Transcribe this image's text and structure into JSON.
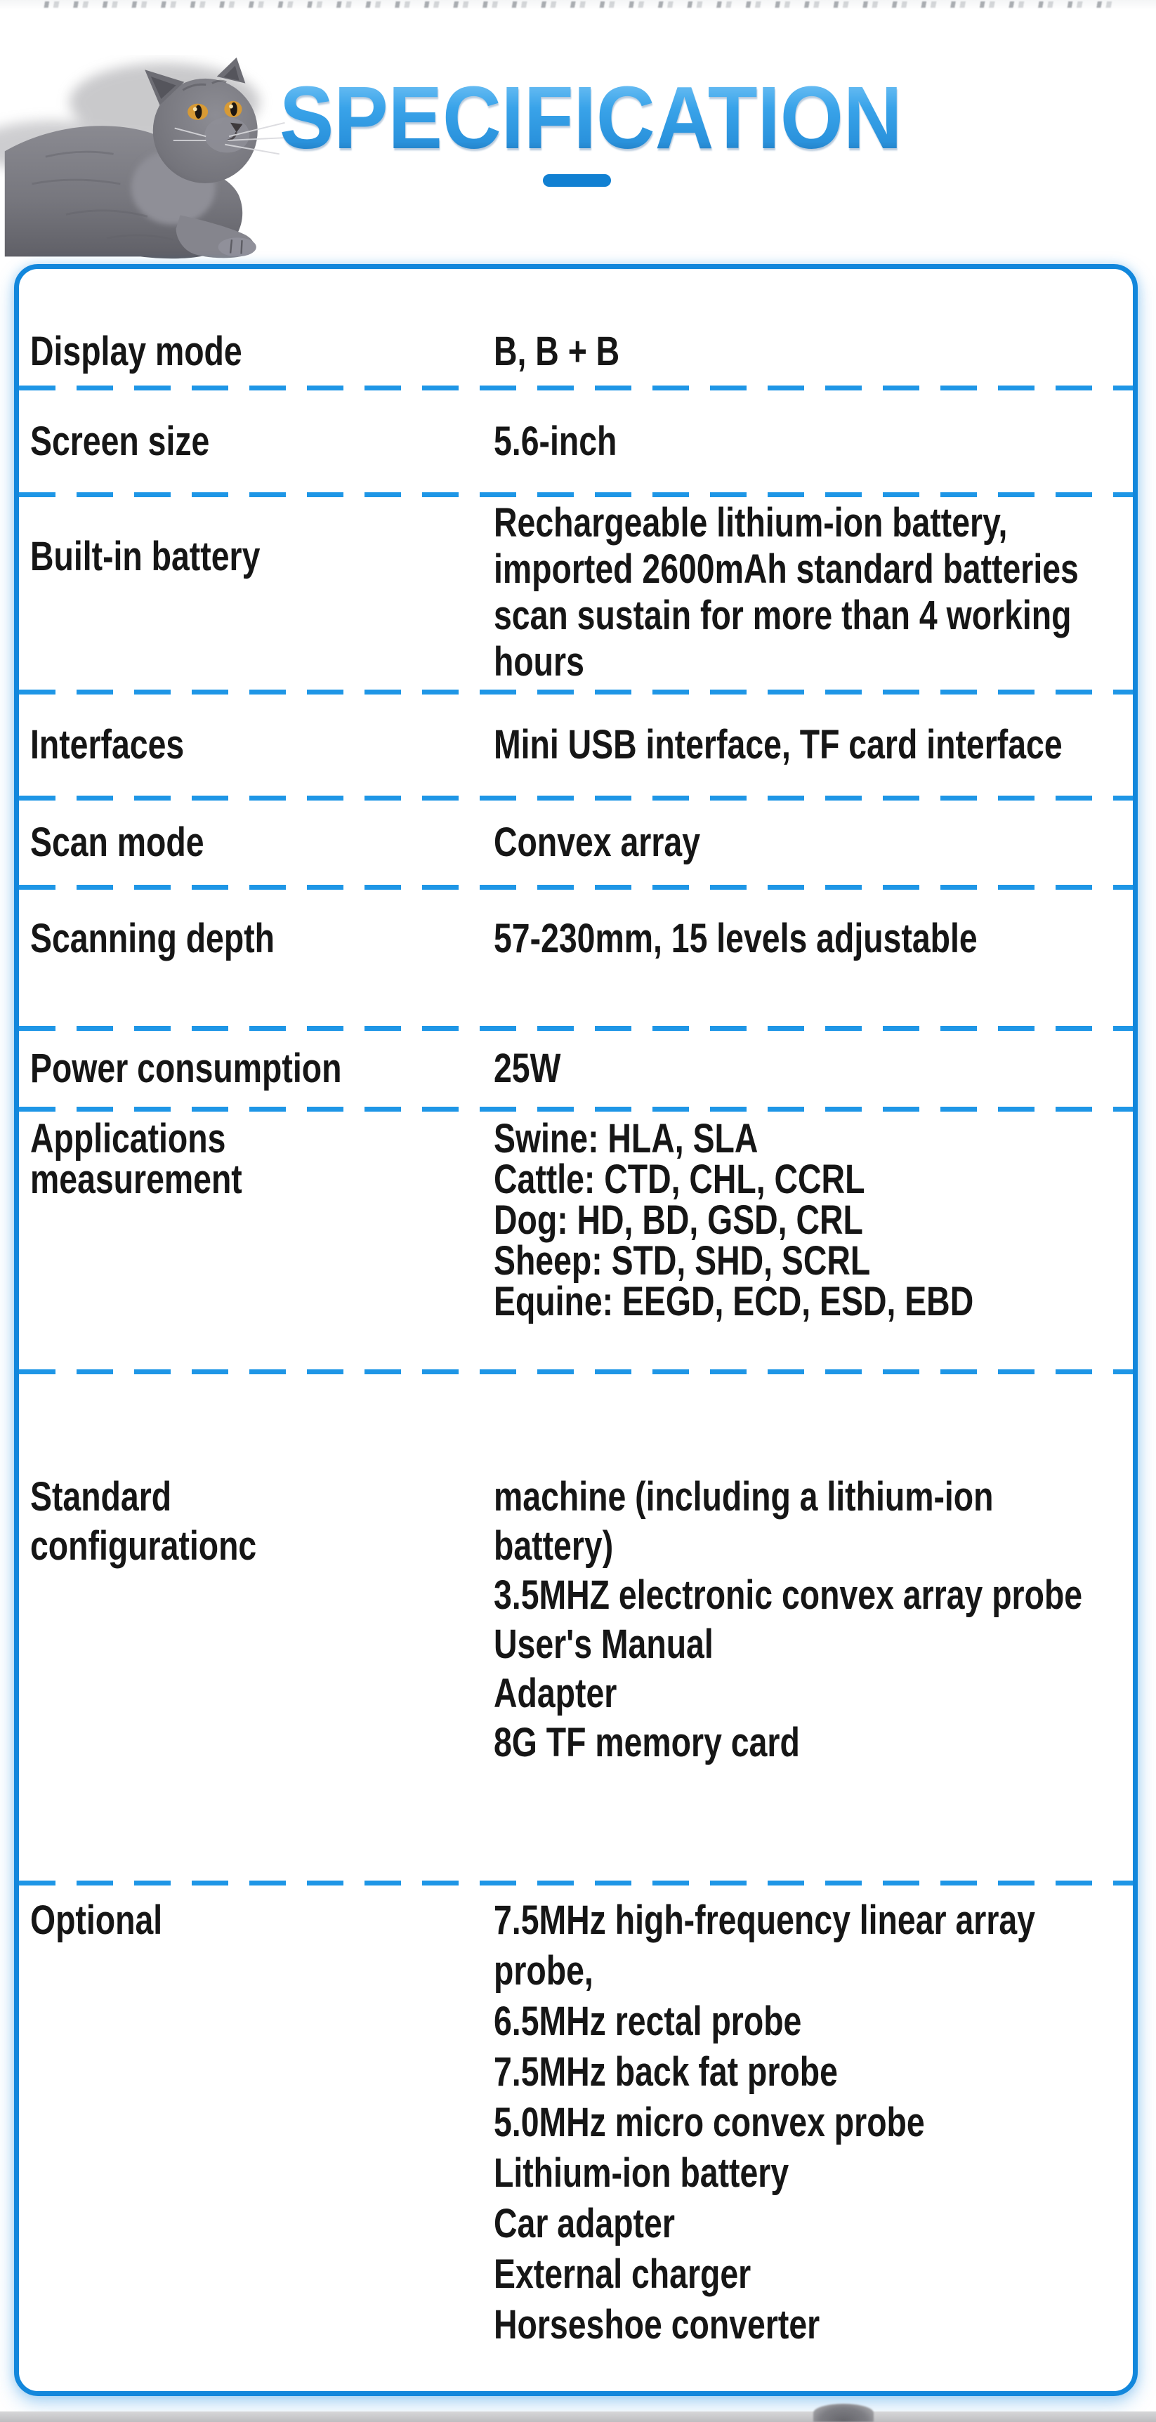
{
  "header": {
    "title": "SPECIFICATION"
  },
  "theme": {
    "accent_border": "#1287dc",
    "dash_blue": "#1e96e6",
    "underline_blue": "#1180d2",
    "title_blue": "#2f9ce6",
    "text_color": "#161616",
    "cat_fur_gray": "#77777e",
    "cat_eye_amber": "#d79a35"
  },
  "illustration": {
    "cat": "gray-british-shorthair-cat-lying"
  },
  "table": {
    "rows": [
      {
        "label": [
          "Display mode"
        ],
        "values": [
          "B, B + B"
        ]
      },
      {
        "label": [
          "Screen size"
        ],
        "values": [
          "5.6-inch"
        ]
      },
      {
        "label": [
          "Built-in battery"
        ],
        "values": [
          "Rechargeable lithium-ion battery,",
          "imported 2600mAh standard batteries",
          "scan sustain for more than 4 working",
          "hours"
        ]
      },
      {
        "label": [
          "Interfaces"
        ],
        "values": [
          "Mini USB interface, TF card interface"
        ]
      },
      {
        "label": [
          "Scan mode"
        ],
        "values": [
          "Convex array"
        ]
      },
      {
        "label": [
          "Scanning depth"
        ],
        "values": [
          "57-230mm, 15 levels adjustable"
        ]
      },
      {
        "label": [
          "Power consumption"
        ],
        "values": [
          "25W"
        ]
      },
      {
        "label": [
          "Applications",
          "measurement"
        ],
        "values": [
          "Swine: HLA, SLA",
          "Cattle: CTD, CHL, CCRL",
          "Dog: HD, BD, GSD, CRL",
          "Sheep: STD, SHD, SCRL",
          "Equine: EEGD, ECD, ESD, EBD"
        ]
      },
      {
        "label": [
          "Standard",
          "configurationc"
        ],
        "values": [
          "machine (including a lithium-ion",
          "battery)",
          "3.5MHZ electronic convex array probe",
          "User's Manual",
          "Adapter",
          "8G TF memory card"
        ]
      },
      {
        "label": [
          "Optional"
        ],
        "values": [
          "7.5MHz high-frequency linear array",
          "probe,",
          "6.5MHz rectal probe",
          "7.5MHz back fat probe",
          "5.0MHz micro convex probe",
          "Lithium-ion battery",
          "Car adapter",
          "External charger",
          "Horseshoe converter"
        ]
      }
    ]
  }
}
